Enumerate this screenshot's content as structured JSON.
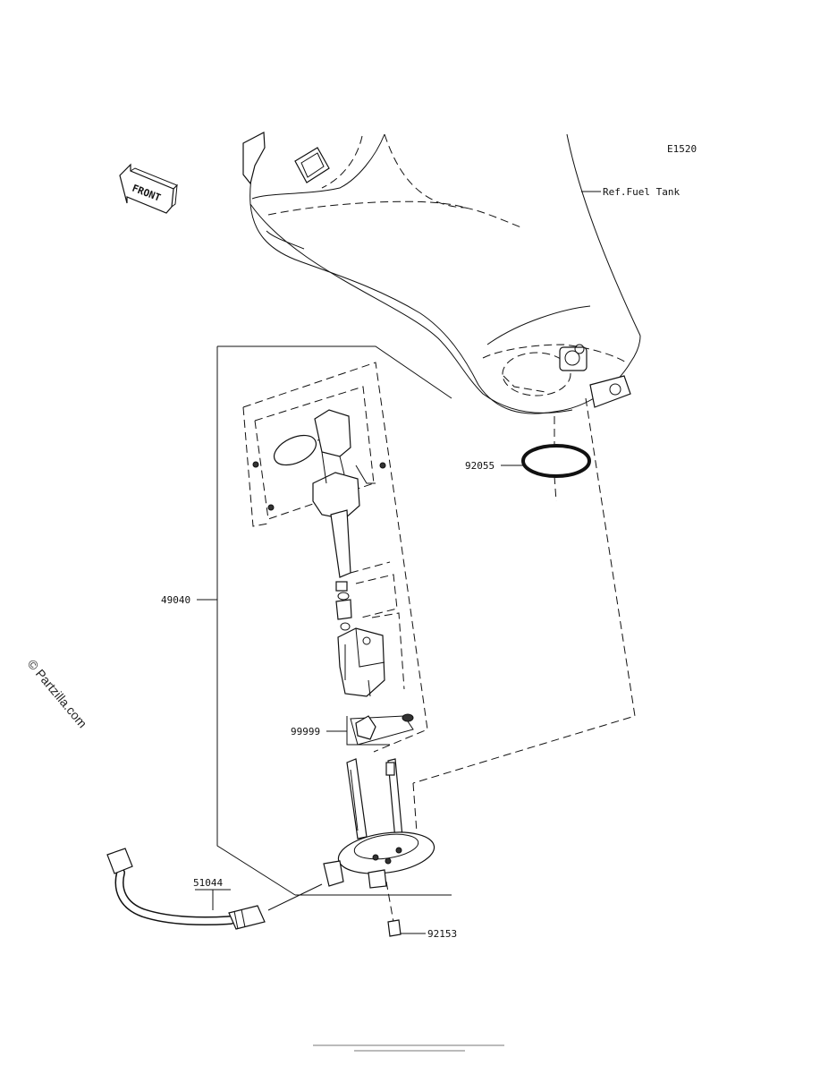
{
  "diagram": {
    "code": "E1520",
    "reference": "Ref.Fuel Tank",
    "front_label": "FRONT",
    "watermark": "© Partzilla.com",
    "parts": [
      {
        "number": "92055"
      },
      {
        "number": "49040"
      },
      {
        "number": "99999"
      },
      {
        "number": "51044"
      },
      {
        "number": "92153"
      }
    ],
    "footer": ""
  }
}
